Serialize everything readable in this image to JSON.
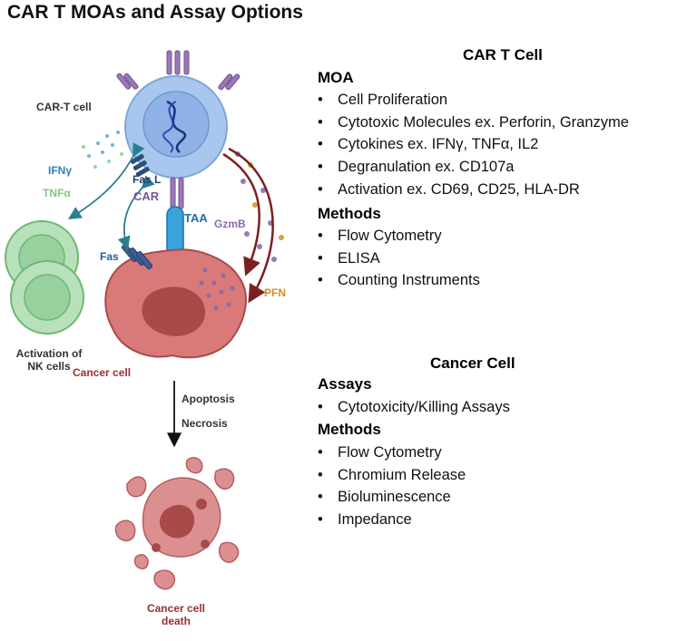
{
  "title": "CAR T MOAs and Assay Options",
  "diagram": {
    "car_t_cell": "CAR-T cell",
    "ifn": "IFNγ",
    "tnf": "TNFα",
    "fas_l": "Fas L",
    "car": "CAR",
    "taa": "TAA",
    "gzmb": "GzmB",
    "fas": "Fas",
    "pfn": "PFN",
    "nk_activation": "Activation of NK cells",
    "cancer_cell": "Cancer cell",
    "apoptosis": "Apoptosis",
    "necrosis": "Necrosis",
    "cancer_cell_death": "Cancer cell death"
  },
  "car_t_panel": {
    "title": "CAR T Cell",
    "moa_heading": "MOA",
    "moa_items": [
      "Cell Proliferation",
      "Cytotoxic Molecules ex. Perforin, Granzyme",
      "Cytokines ex. IFNγ, TNFα, IL2",
      "Degranulation ex. CD107a",
      "Activation ex. CD69, CD25, HLA-DR"
    ],
    "methods_heading": "Methods",
    "methods_items": [
      "Flow Cytometry",
      "ELISA",
      "Counting Instruments"
    ]
  },
  "cancer_panel": {
    "title": "Cancer Cell",
    "assays_heading": "Assays",
    "assays_items": [
      "Cytotoxicity/Killing Assays"
    ],
    "methods_heading": "Methods",
    "methods_items": [
      "Flow Cytometry",
      "Chromium Release",
      "Bioluminescence",
      "Impedance"
    ]
  },
  "colors": {
    "car_t_cell": "#a9c7ee",
    "car_t_nucleus": "#7fa6df",
    "receptor": "#9b79b8",
    "taa": "#3ba3dc",
    "cancer_cell": "#d9797a",
    "cancer_nucleus": "#a84a4a",
    "nk_cell": "#a9dcaf",
    "arrow_dark_red": "#7b1f1f",
    "arrow_teal": "#2a7f8f"
  }
}
